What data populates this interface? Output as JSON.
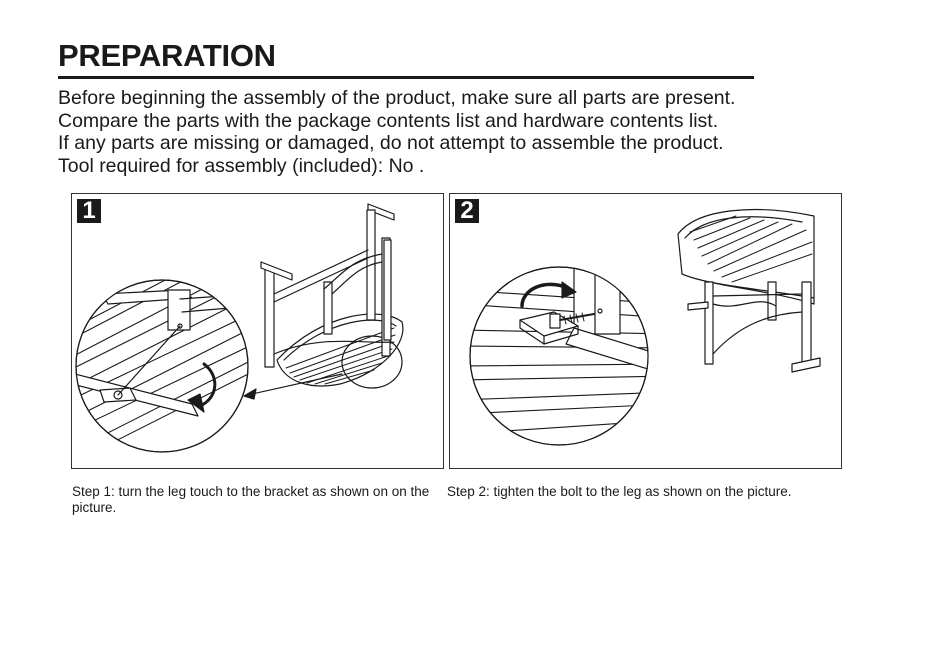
{
  "title": "PREPARATION",
  "intro": [
    "Before beginning the assembly of the product, make sure all parts are present.",
    "Compare the parts with the package contents list and hardware contents list.",
    "If any parts are missing or damaged, do not attempt to assemble the product.",
    "Tool required for assembly (included): No ."
  ],
  "steps": [
    {
      "number": "1",
      "caption": "Step 1: turn the leg touch to the bracket as shown on on the picture."
    },
    {
      "number": "2",
      "caption": "Step 2: tighten the bolt to the leg as shown on the picture."
    }
  ],
  "colors": {
    "ink": "#1a1a1a",
    "background": "#ffffff"
  }
}
